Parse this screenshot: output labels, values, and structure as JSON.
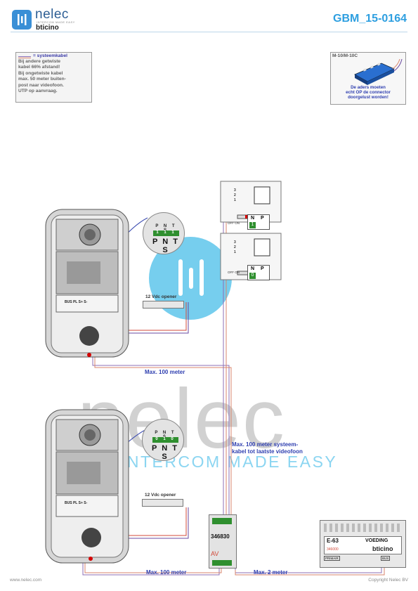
{
  "header": {
    "brand_name": "nelec",
    "brand_tagline": "INTERCOM MADE EASY",
    "partner_brand": "bticino",
    "document_id": "GBM_15-0164"
  },
  "notes": {
    "cable_legend_title": "= systeemkabel",
    "cable_legend_body": "Bij andere getwiste\nkabel 66% afstand!\nBij ongetwiste kabel\nmax. 50 meter buiten-\npost naar videofoon.\nUTP op aanvraag."
  },
  "connector_note": {
    "model": "M-10/M-10C",
    "text": "De aders moeten\necht OP de connector\ndoorgelust worden!"
  },
  "door_panel_top": {
    "dip_headers": "P N T S",
    "dip_values": "1 1 1",
    "dip_names": "P N T S",
    "terminal_label": "BUS PL S+ S-"
  },
  "door_panel_bottom": {
    "dip_headers": "P N T S",
    "dip_values": "0 1 0",
    "dip_names": "P N T S",
    "terminal_label": "BUS PL S+ S-"
  },
  "openers": {
    "top": "12 Vdc opener",
    "bottom": "12 Vdc opener"
  },
  "distances": {
    "top_panel": "Max. 100 meter",
    "bottom_panel": "Max. 100 meter",
    "system_cable": "Max. 100 meter systeem-\nkabel tot laatste videofoon",
    "power_supply": "Max. 2 meter"
  },
  "videophones": {
    "top": {
      "numbers": [
        "3",
        "2",
        "1"
      ],
      "switch": "OFF ON",
      "col1": "N",
      "col2": "P",
      "n_value": "1"
    },
    "bottom": {
      "numbers": [
        "3",
        "2",
        "1"
      ],
      "switch": "OFF ON",
      "col1": "N",
      "col2": "P",
      "n_value": "0"
    }
  },
  "av_module": {
    "code": "346830",
    "label": "AV"
  },
  "power_supply": {
    "model": "E-63",
    "name": "VOEDING",
    "code": "346000",
    "brand": "bticino",
    "primary_label": "PRIMAIR",
    "bus_label": "BUS"
  },
  "footer": {
    "website": "www.nelec.com",
    "copyright": "Copyright Nelec BV"
  },
  "colors": {
    "accent_blue": "#2e9fe0",
    "text_blue": "#2f3fb0",
    "cable_purple": "#8c6fb5",
    "cable_orange": "#d8856c",
    "watermark_blue": "#5fc6ec"
  }
}
